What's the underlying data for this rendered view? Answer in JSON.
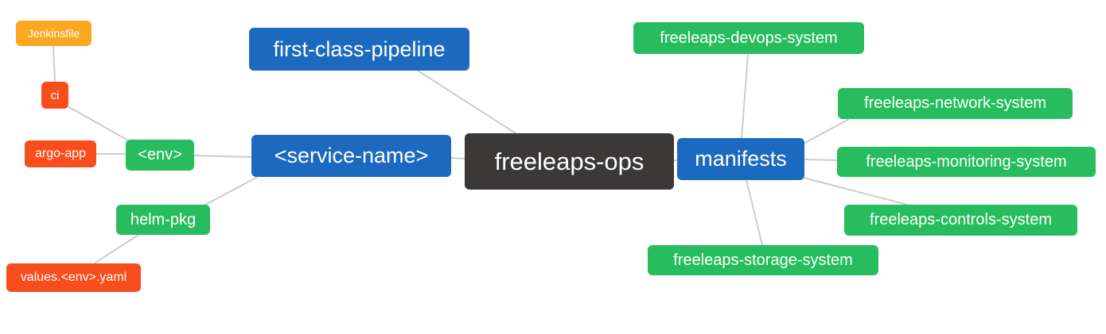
{
  "diagram": {
    "type": "mindmap",
    "root": {
      "label": "freeleaps-ops"
    },
    "nodes": {
      "jenkinsfile": {
        "label": "Jenkinsfile",
        "color": "#faa820"
      },
      "ci": {
        "label": "ci",
        "color": "#f84e1e"
      },
      "argo_app": {
        "label": "argo-app",
        "color": "#f84e1e"
      },
      "env": {
        "label": "<env>",
        "color": "#27bd5e"
      },
      "helm_pkg": {
        "label": "helm-pkg",
        "color": "#27bd5e"
      },
      "values_env_yaml": {
        "label": "values.<env>.yaml",
        "color": "#f84e1e"
      },
      "first_class_pipeline": {
        "label": "first-class-pipeline",
        "color": "#1c6ac0"
      },
      "service_name": {
        "label": "<service-name>",
        "color": "#1c6ac0"
      },
      "freeleaps_ops": {
        "label": "freeleaps-ops",
        "color": "#3b3838"
      },
      "manifests": {
        "label": "manifests",
        "color": "#1c6ac0"
      },
      "devops_system": {
        "label": "freeleaps-devops-system",
        "color": "#27bd5e"
      },
      "network_system": {
        "label": "freeleaps-network-system",
        "color": "#27bd5e"
      },
      "monitoring_system": {
        "label": "freeleaps-monitoring-system",
        "color": "#27bd5e"
      },
      "controls_system": {
        "label": "freeleaps-controls-system",
        "color": "#27bd5e"
      },
      "storage_system": {
        "label": "freeleaps-storage-system",
        "color": "#27bd5e"
      }
    },
    "edges": [
      {
        "from": "jenkinsfile",
        "to": "ci"
      },
      {
        "from": "ci",
        "to": "env"
      },
      {
        "from": "argo_app",
        "to": "env"
      },
      {
        "from": "env",
        "to": "service_name"
      },
      {
        "from": "helm_pkg",
        "to": "service_name"
      },
      {
        "from": "values_env_yaml",
        "to": "helm_pkg"
      },
      {
        "from": "first_class_pipeline",
        "to": "freeleaps_ops"
      },
      {
        "from": "service_name",
        "to": "freeleaps_ops"
      },
      {
        "from": "freeleaps_ops",
        "to": "manifests"
      },
      {
        "from": "manifests",
        "to": "devops_system"
      },
      {
        "from": "manifests",
        "to": "network_system"
      },
      {
        "from": "manifests",
        "to": "monitoring_system"
      },
      {
        "from": "manifests",
        "to": "controls_system"
      },
      {
        "from": "manifests",
        "to": "storage_system"
      }
    ],
    "colors": {
      "blue": "#1c6ac0",
      "green": "#27bd5e",
      "orange_red": "#f84e1e",
      "amber": "#faa820",
      "dark": "#3b3838",
      "connector": "#cccccc",
      "background": "#ffffff",
      "text": "#ffffff"
    }
  }
}
